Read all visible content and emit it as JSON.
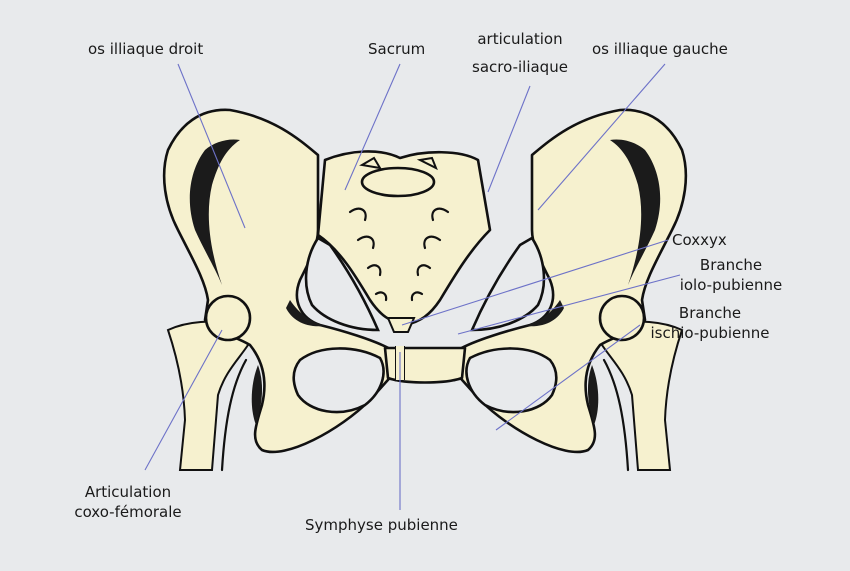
{
  "labels": {
    "os_iliaque_droit": "os illiaque droit",
    "sacrum": "Sacrum",
    "articulation_sacro_iliaque_line1": "articulation",
    "articulation_sacro_iliaque_line2": "sacro-iliaque",
    "os_iliaque_gauche": "os illiaque gauche",
    "coccyx": "Coxxyx",
    "branche_ilio_pubienne_line1": "Branche",
    "branche_ilio_pubienne_line2": "iolo-pubienne",
    "branche_ischio_pubienne_line1": "Branche",
    "branche_ischio_pubienne_line2": "ischio-pubienne",
    "articulation_coxo_femorale_line1": "Articulation",
    "articulation_coxo_femorale_line2": "coxo-fémorale",
    "symphyse_pubienne": "Symphyse pubienne"
  },
  "colors": {
    "background": "#e8eaec",
    "bone": "#f6f1cf",
    "outline": "#111111",
    "leader_line": "#6d72c8"
  }
}
